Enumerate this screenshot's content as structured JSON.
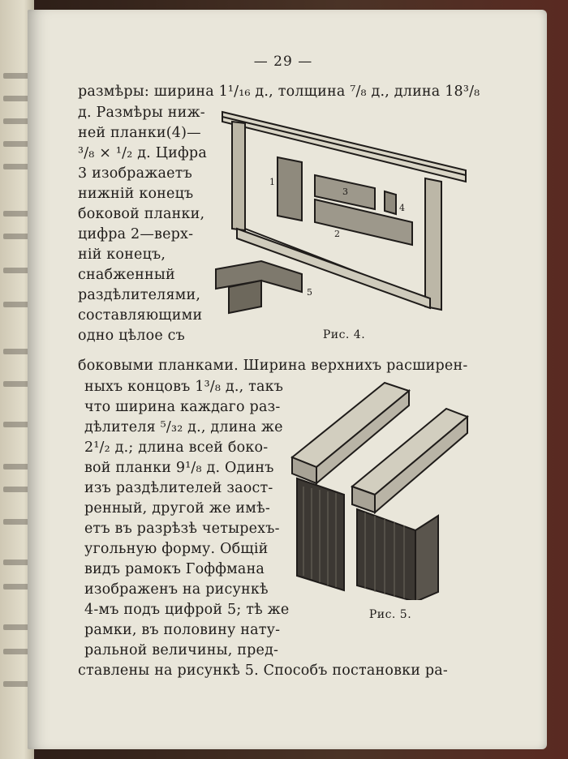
{
  "page_number": "— 29 —",
  "lines_top": [
    "размѣры: ширина 1¹/₁₆ д., толщина ⁷/₈ д., длина 18³/₈"
  ],
  "lines_col1": [
    "д. Размѣры ниж-",
    "ней планки(4)—",
    "³/₈ ⨯ ¹/₂ д. Цифра",
    "3 изображаетъ",
    "нижній конецъ",
    "боковой планки,",
    "цифра 2—верх-",
    "ній конецъ,",
    "снабженный",
    "раздѣлителями,",
    "составляющими",
    "одно цѣлое съ"
  ],
  "lines_mid": [
    "боковыми планками. Ширина верхнихъ расширен-"
  ],
  "lines_col2": [
    "ныхъ концовъ 1³/₈ д., такъ",
    "что ширина каждаго раз-",
    "дѣлителя ⁵/₃₂ д., длина же",
    "2¹/₂ д.; длина всей боко-",
    "вой планки 9¹/₈ д. Одинъ",
    "изъ раздѣлителей заост-",
    "ренный, другой же имѣ-",
    "етъ въ разрѣзѣ четырехъ-",
    "угольную форму. Общій",
    "видъ рамокъ Гоффмана",
    "изображенъ на рисункѣ",
    "4-мъ подъ цифрой 5; тѣ же",
    "рамки, въ половину нату-",
    "ральной величины, пред-"
  ],
  "lines_bottom": [
    "ставлены на рисункѣ 5. Способъ постановки ра-"
  ],
  "figures": {
    "fig4": {
      "caption": "Рис. 4.",
      "labels": [
        "1",
        "2",
        "3",
        "4",
        "5"
      ]
    },
    "fig5": {
      "caption": "Рис. 5."
    }
  }
}
